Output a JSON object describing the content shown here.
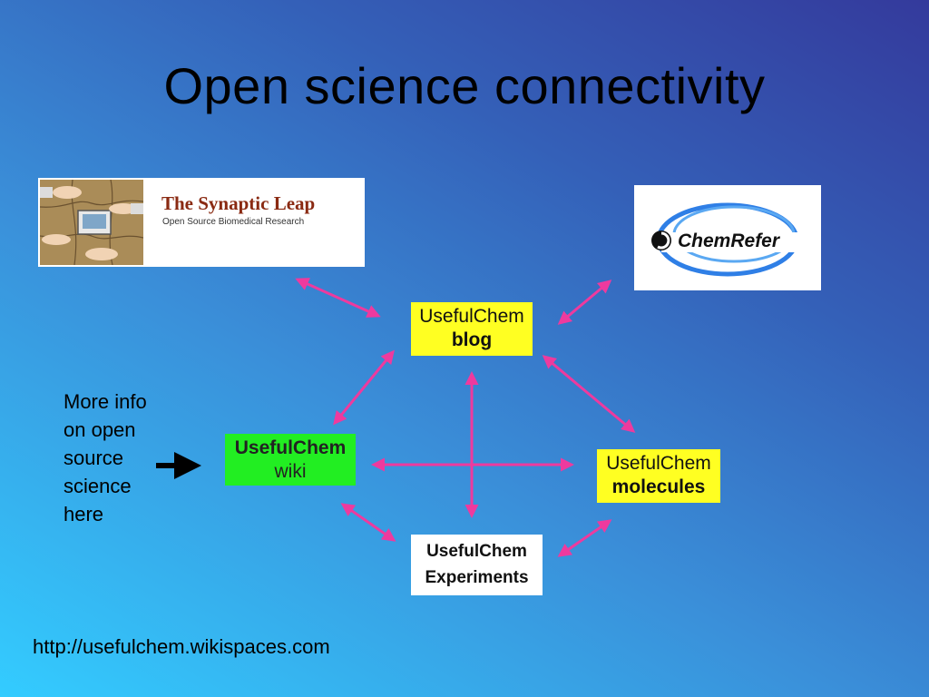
{
  "slide": {
    "title": "Open science connectivity",
    "more_info": "More info on open source science here",
    "url": "http://usefulchem.wikispaces.com"
  },
  "logos": {
    "synaptic_leap": {
      "name": "The Synaptic Leap",
      "tagline": "Open Source Biomedical Research"
    },
    "chemrefer": {
      "name": "ChemRefer"
    }
  },
  "nodes": {
    "blog": {
      "line1": "UsefulChem",
      "line2": "blog"
    },
    "wiki": {
      "line1": "UsefulChem",
      "line2": "wiki"
    },
    "molecules": {
      "line1": "UsefulChem",
      "line2": "molecules"
    },
    "experiments": {
      "line1": "UsefulChem",
      "line2": "Experiments"
    }
  },
  "colors": {
    "arrow": "#ee3a9e",
    "blog_bg": "#ffff22",
    "wiki_bg": "#22ee22",
    "molecules_bg": "#ffff22",
    "experiments_bg": "#ffffff"
  }
}
